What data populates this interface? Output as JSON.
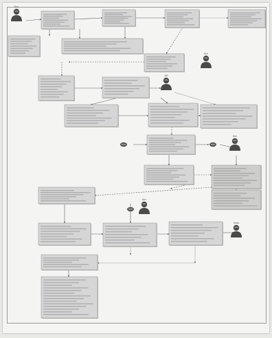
{
  "diagram": {
    "colors": {
      "box_fill": "#d6d6d6",
      "box_stroke": "#8a8a8a",
      "line": "#5a5a5a",
      "line_light": "#a0a0a0",
      "actor": "#4a4a4a"
    },
    "actors": [
      {
        "id": "actor-top-left",
        "label": "Dan"
      },
      {
        "id": "actor-mid",
        "label": "Ann"
      },
      {
        "id": "actor-mid2",
        "label": "Jeff"
      },
      {
        "id": "actor-right",
        "label": "Dan"
      },
      {
        "id": "actor-lower",
        "label": "Ann"
      },
      {
        "id": "actor-bottom-right",
        "label": "Sales"
      }
    ],
    "nodes": [
      {
        "id": "n1"
      },
      {
        "id": "n2"
      },
      {
        "id": "n3"
      },
      {
        "id": "n4"
      },
      {
        "id": "n5"
      },
      {
        "id": "n6"
      },
      {
        "id": "n7"
      },
      {
        "id": "n8"
      },
      {
        "id": "n9"
      },
      {
        "id": "n10"
      },
      {
        "id": "n11"
      },
      {
        "id": "n12"
      },
      {
        "id": "n13"
      },
      {
        "id": "n14"
      },
      {
        "id": "n15"
      },
      {
        "id": "n16"
      },
      {
        "id": "n17"
      },
      {
        "id": "n18"
      },
      {
        "id": "n19"
      },
      {
        "id": "n20"
      },
      {
        "id": "n21"
      },
      {
        "id": "n22"
      },
      {
        "id": "n23"
      },
      {
        "id": "n24"
      }
    ],
    "small_icons": [
      {
        "id": "icon-a",
        "label": ""
      },
      {
        "id": "icon-b",
        "label": ""
      },
      {
        "id": "icon-c",
        "label": ""
      }
    ]
  }
}
